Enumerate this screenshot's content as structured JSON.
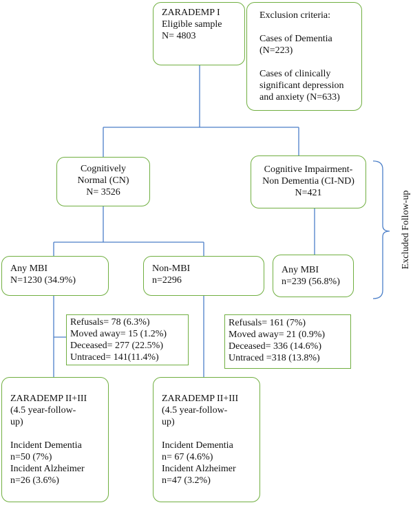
{
  "eligible": {
    "lines": [
      "ZARADEMP I",
      "Eligible sample",
      "N= 4803"
    ]
  },
  "exclusion": {
    "title": "Exclusion criteria:",
    "dementia": [
      "Cases of Dementia",
      "(N=223)"
    ],
    "depression": [
      "Cases of clinically",
      "significant depression",
      "and anxiety (N=633)"
    ]
  },
  "cn": {
    "lines": [
      "Cognitively",
      "Normal (CN)",
      "N= 3526"
    ]
  },
  "cind": {
    "lines": [
      "Cognitive Impairment-",
      "Non Dementia (CI-ND)",
      "N=421"
    ]
  },
  "mbi_cn": {
    "lines": [
      "Any MBI",
      "N=1230 (34.9%)"
    ]
  },
  "non_mbi": {
    "lines": [
      "Non-MBI",
      "n=2296"
    ]
  },
  "mbi_cind": {
    "lines": [
      "Any MBI",
      "n=239 (56.8%)"
    ]
  },
  "excluded_followup": "Excluded Follow-up",
  "losses_mbi": [
    "Refusals= 78 (6.3%)",
    "Moved away= 15 (1.2%)",
    "Deceased= 277 (22.5%)",
    "Untraced= 141(11.4%)"
  ],
  "losses_nonmbi": [
    "Refusals= 161 (7%)",
    "Moved away= 21 (0.9%)",
    "Deceased= 336 (14.6%)",
    "Untraced =318 (13.8%)"
  ],
  "followup_mbi": {
    "head": [
      "ZARADEMP II+III",
      "(4.5 year-follow-",
      "up)"
    ],
    "outcomes": [
      "Incident Dementia",
      "n=50 (7%)",
      "Incident Alzheimer",
      "n=26 (3.6%)"
    ]
  },
  "followup_nonmbi": {
    "head": [
      "ZARADEMP II+III",
      "(4.5 year-follow-",
      "up)"
    ],
    "outcomes": [
      "Incident Dementia",
      "n= 67 (4.6%)",
      "Incident Alzheimer",
      "n=47 (3.2%)"
    ]
  },
  "colors": {
    "box_border": "#6fae3f",
    "connector": "#4a7ec8",
    "text": "#111111"
  }
}
